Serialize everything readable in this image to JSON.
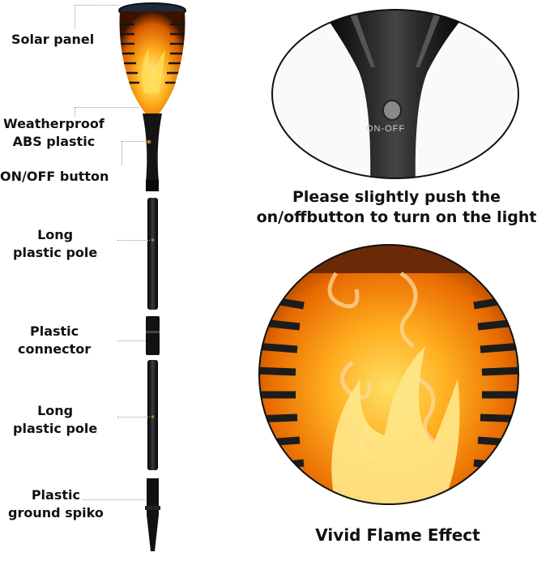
{
  "labels": {
    "solar_panel": "Solar panel",
    "weatherproof_1": "Weatherproof",
    "weatherproof_2": "ABS plastic",
    "onoff_button": "ON/OFF button",
    "pole1_1": "Long",
    "pole1_2": "plastic pole",
    "connector_1": "Plastic",
    "connector_2": "connector",
    "pole2_1": "Long",
    "pole2_2": "plastic pole",
    "spike_1": "Plastic",
    "spike_2": "ground spiko"
  },
  "closeup": {
    "switch_text": "ON-OFF",
    "caption_1": "Please slightly push the",
    "caption_2": "on/offbutton to turn on the light"
  },
  "flame": {
    "caption": "Vivid Flame Effect"
  },
  "colors": {
    "flame_orange": "#ff8a00",
    "flame_yellow": "#ffd24a",
    "body_black": "#1a1a1a"
  }
}
